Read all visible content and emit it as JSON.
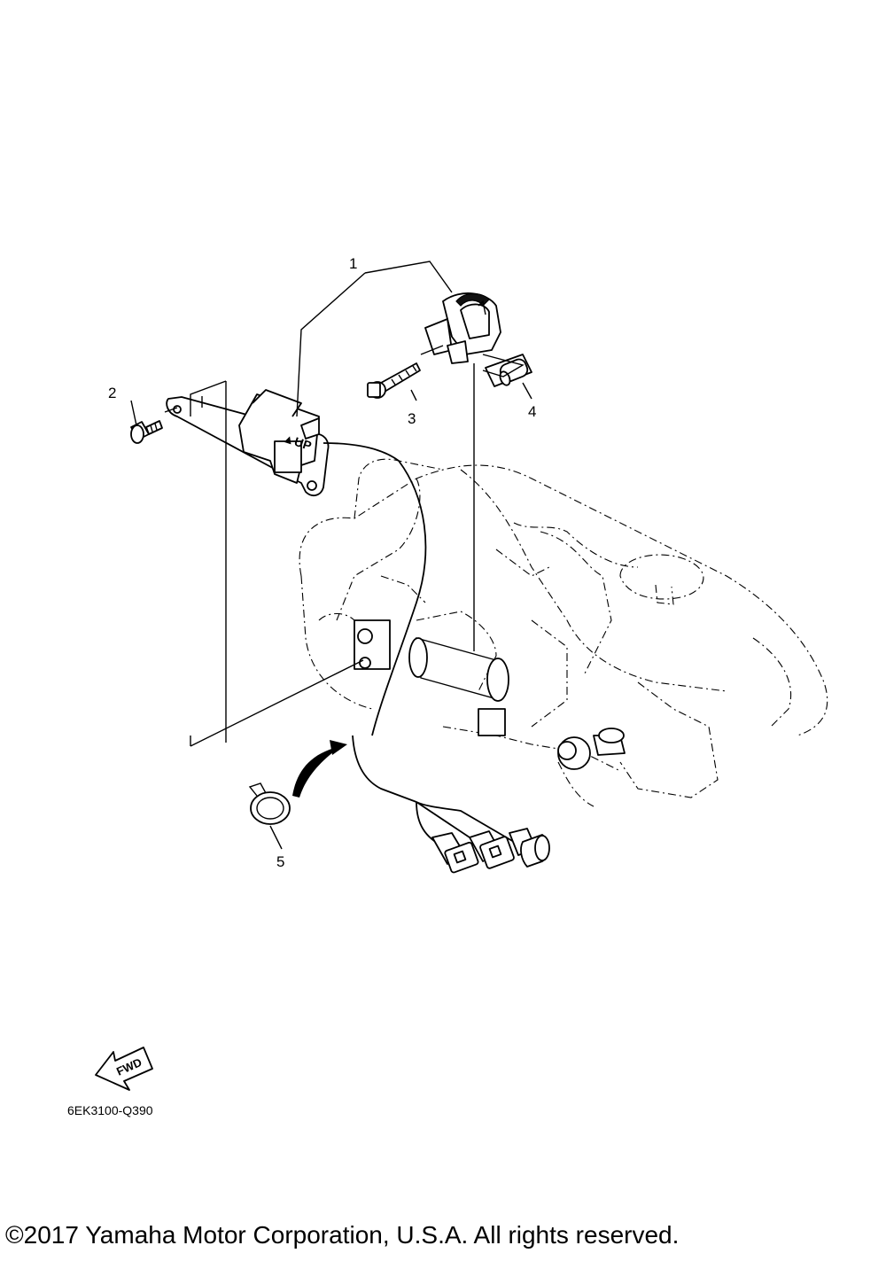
{
  "diagram": {
    "callouts": [
      {
        "id": "1",
        "label": "1"
      },
      {
        "id": "2",
        "label": "2"
      },
      {
        "id": "3",
        "label": "3"
      },
      {
        "id": "4",
        "label": "4"
      },
      {
        "id": "5",
        "label": "5"
      }
    ],
    "sensor_marking": "▲UP",
    "fwd_marker": "FWD",
    "diagram_reference": "6EK3100-Q390"
  },
  "footer": {
    "copyright": "©2017 Yamaha Motor Corporation, U.S.A. All rights reserved."
  }
}
